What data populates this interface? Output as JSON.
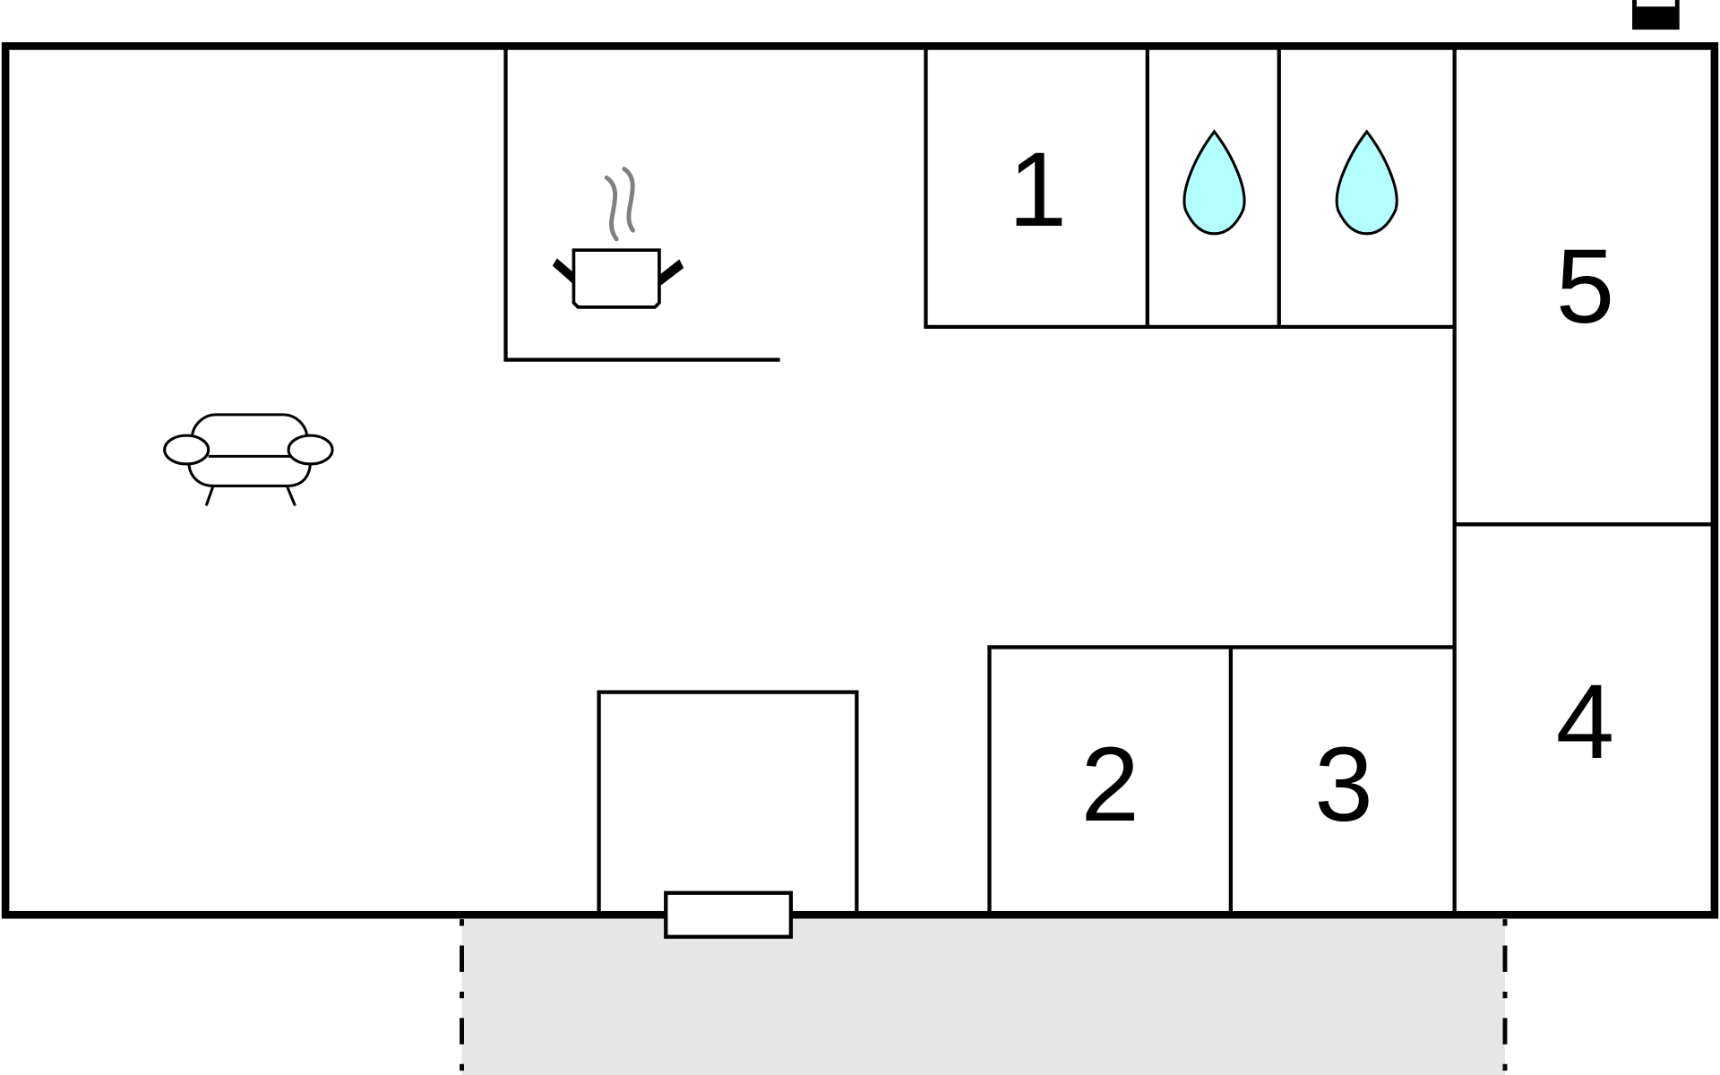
{
  "floorplan": {
    "rooms": [
      {
        "label": "1"
      },
      {
        "label": "2"
      },
      {
        "label": "3"
      },
      {
        "label": "4"
      },
      {
        "label": "5"
      }
    ],
    "icons": [
      "sofa-icon",
      "cooking-pot-icon",
      "water-drop-icon",
      "water-drop-icon",
      "door-icon",
      "north-marker-icon"
    ],
    "colors": {
      "wall": "#000000",
      "water": "#b3ffff",
      "terrace": "#e6e6e6",
      "steam": "#808080"
    }
  }
}
